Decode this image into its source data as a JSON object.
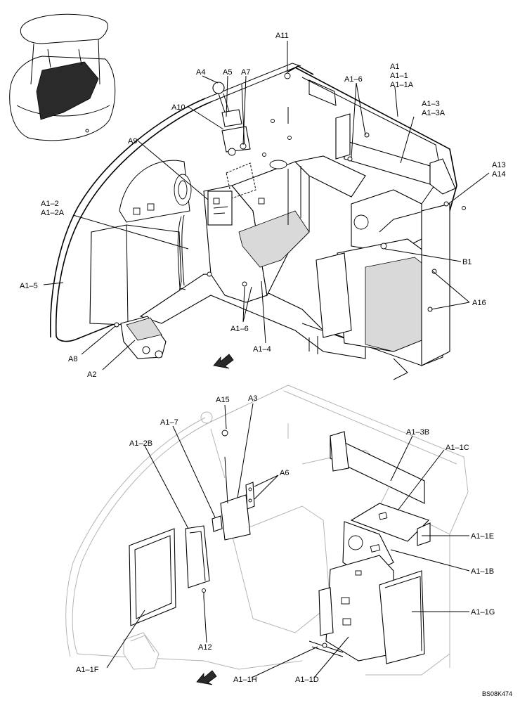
{
  "diagram": {
    "upper_view_labels": {
      "a11": "A11",
      "a1_group": [
        "A1",
        "A1–1",
        "A1–1A"
      ],
      "a4": "A4",
      "a5": "A5",
      "a7": "A7",
      "a1_6_top": "A1–6",
      "a10": "A10",
      "a1_3_group": [
        "A1–3",
        "A1–3A"
      ],
      "a9": "A9",
      "a13_group": [
        "A13",
        "A14"
      ],
      "a1_2_group": [
        "A1–2",
        "A1–2A"
      ],
      "b1": "B1",
      "a1_5": "A1–5",
      "a16": "A16",
      "a1_6_bottom": "A1–6",
      "a8": "A8",
      "a1_4": "A1–4",
      "a2": "A2"
    },
    "lower_view_labels": {
      "a15": "A15",
      "a3": "A3",
      "a1_7": "A1–7",
      "a1_3b": "A1–3B",
      "a1_2b": "A1–2B",
      "a1_1c": "A1–1C",
      "a6": "A6",
      "a1_1e": "A1–1E",
      "a1_1b": "A1–1B",
      "a1_1g": "A1–1G",
      "a12": "A12",
      "a1_1f": "A1–1F",
      "a1_1h": "A1–1H",
      "a1_1d": "A1–1D"
    },
    "drawing_code": "BS08K474",
    "colors": {
      "line": "#000000",
      "ghost": "#b4b4b4",
      "shade": "#d9d9d9"
    },
    "icons": [
      "machine-locator-icon",
      "direction-arrow-icon"
    ]
  }
}
